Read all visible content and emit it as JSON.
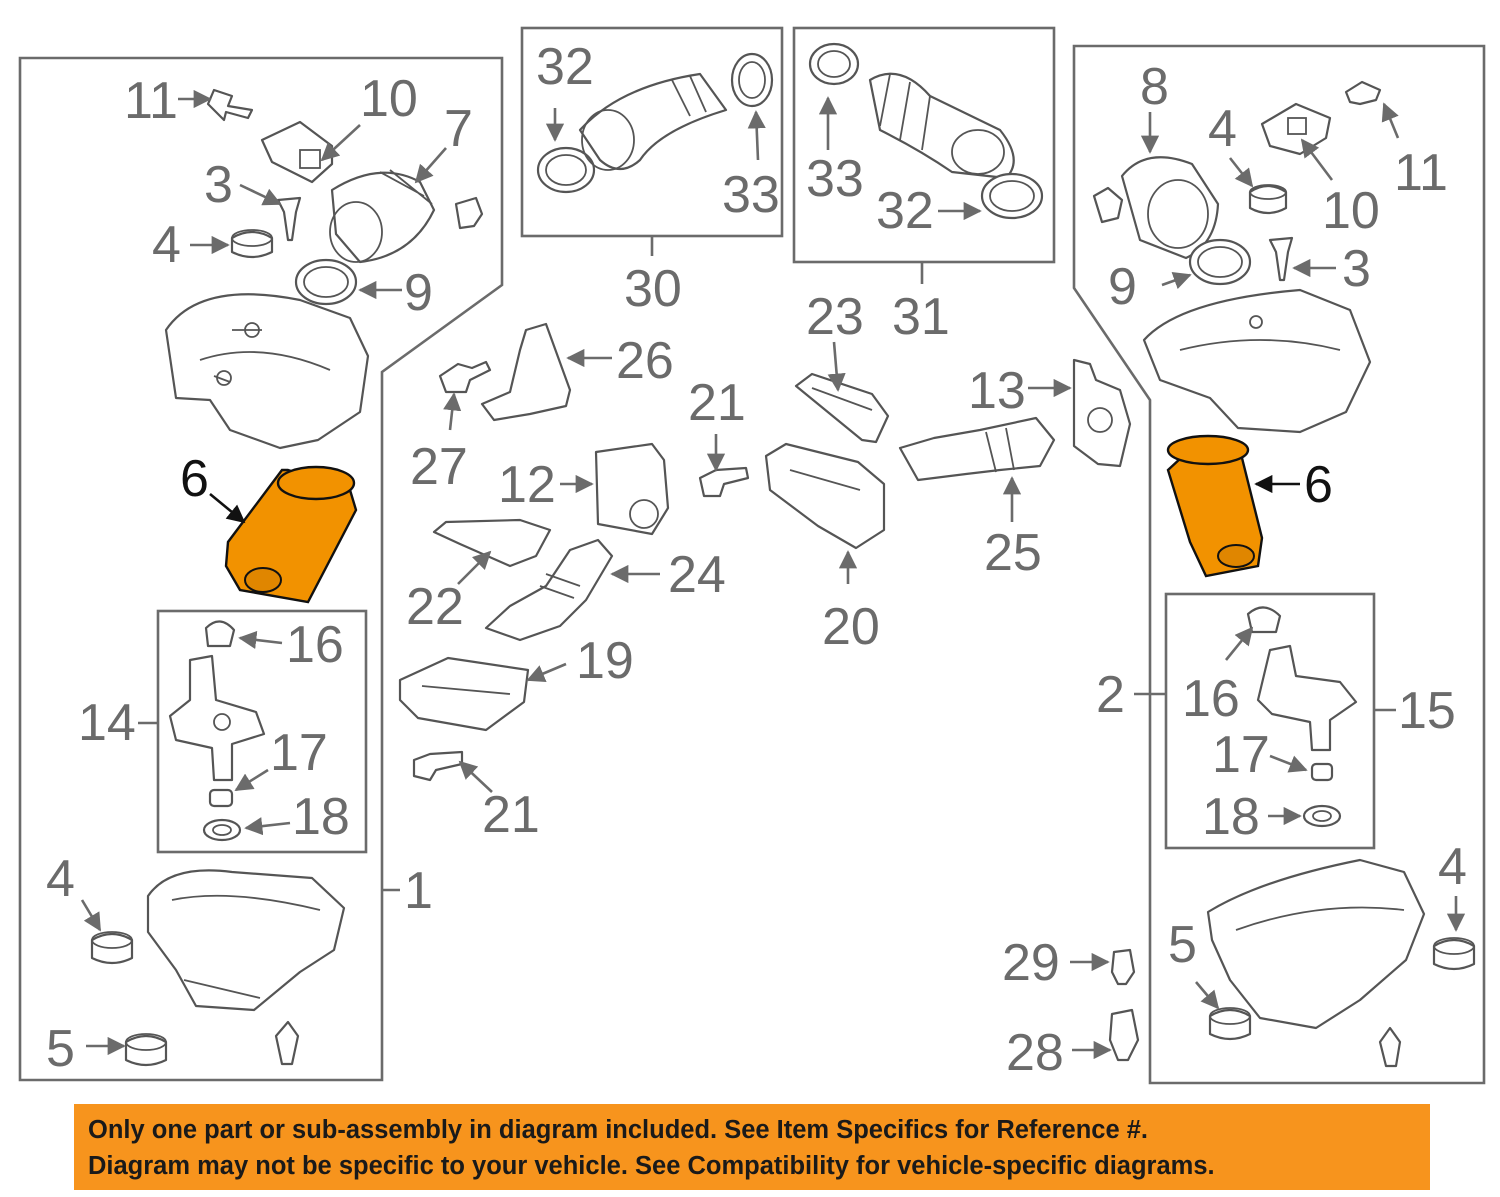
{
  "colors": {
    "highlight": "#f29200",
    "banner": "#f7941d",
    "label": "#6b6b6b",
    "line": "#555555"
  },
  "callouts": {
    "c1": "1",
    "c2": "2",
    "c3": "3",
    "c4": "4",
    "c5": "5",
    "c6": "6",
    "c7": "7",
    "c8": "8",
    "c9": "9",
    "c10": "10",
    "c11": "11",
    "c12": "12",
    "c13": "13",
    "c14": "14",
    "c15": "15",
    "c16": "16",
    "c17": "17",
    "c18": "18",
    "c19": "19",
    "c20": "20",
    "c21": "21",
    "c22": "22",
    "c23": "23",
    "c24": "24",
    "c25": "25",
    "c26": "26",
    "c27": "27",
    "c28": "28",
    "c29": "29",
    "c30": "30",
    "c31": "31",
    "c32": "32",
    "c33": "33"
  },
  "disclaimer": {
    "line1": "Only one part or sub-assembly in diagram included. See Item Specifics for Reference #.",
    "line2": "Diagram may not be specific to your vehicle. See Compatibility for vehicle-specific diagrams."
  }
}
